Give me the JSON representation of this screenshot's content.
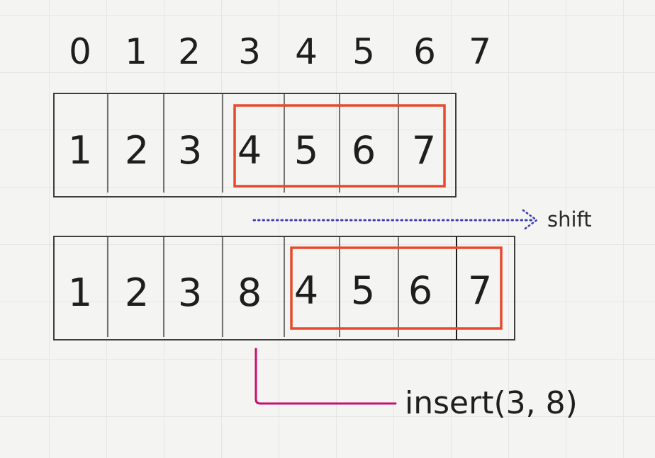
{
  "indices": [
    "0",
    "1",
    "2",
    "3",
    "4",
    "5",
    "6",
    "7"
  ],
  "array_before": {
    "cells": [
      "1",
      "2",
      "3",
      "4",
      "5",
      "6",
      "7"
    ]
  },
  "array_after": {
    "cells": [
      "1",
      "2",
      "3",
      "8",
      "4",
      "5",
      "6",
      "7"
    ]
  },
  "shift_label": "shift",
  "insert_label": "insert(3, 8)",
  "colors": {
    "highlight_box": "#e8492d",
    "shift_arrow": "#3c3fb4",
    "insert_pointer": "#c8106e",
    "cell_border": "#2a2a2a",
    "text": "#1e1e1e"
  }
}
